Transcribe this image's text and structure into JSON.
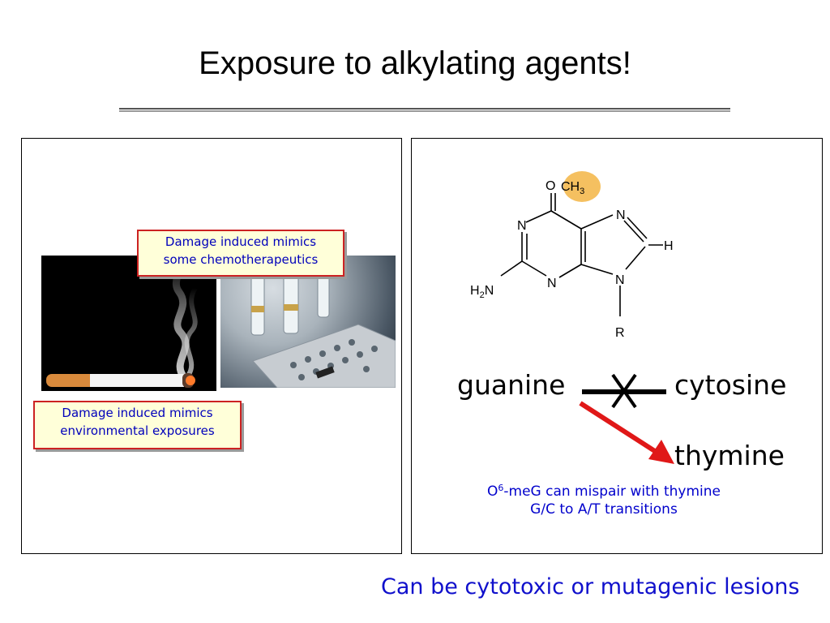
{
  "slide": {
    "title": "Exposure to alkylating agents!"
  },
  "left_panel": {
    "callout_chemo": {
      "line1": "Damage induced mimics",
      "line2": "some chemotherapeutics"
    },
    "callout_env": {
      "line1": "Damage induced mimics",
      "line2": "environmental exposures"
    }
  },
  "right_panel": {
    "molecule_labels": {
      "o": "O",
      "methyl": "CH",
      "methyl_sub": "3",
      "n1": "N",
      "n3": "N",
      "n7": "N",
      "n9": "N",
      "h": "H",
      "amine": "H",
      "amine_sub": "2",
      "amine_n": "N",
      "r": "R"
    },
    "pairing": {
      "guanine": "guanine",
      "cytosine": "cytosine",
      "thymine": "thymine"
    },
    "note_line1_prefix": "O",
    "note_line1_sup": "6",
    "note_line1_rest": "-meG can mispair with thymine",
    "note_line2": "G/C to A/T transitions"
  },
  "footer": {
    "text": "Can be cytotoxic or mutagenic lesions"
  },
  "colors": {
    "methyl_highlight": "#f5c060",
    "arrow": "#e01818",
    "callout_border": "#cc2222",
    "callout_fill": "#ffffd9",
    "blue_text": "#0000cc"
  }
}
